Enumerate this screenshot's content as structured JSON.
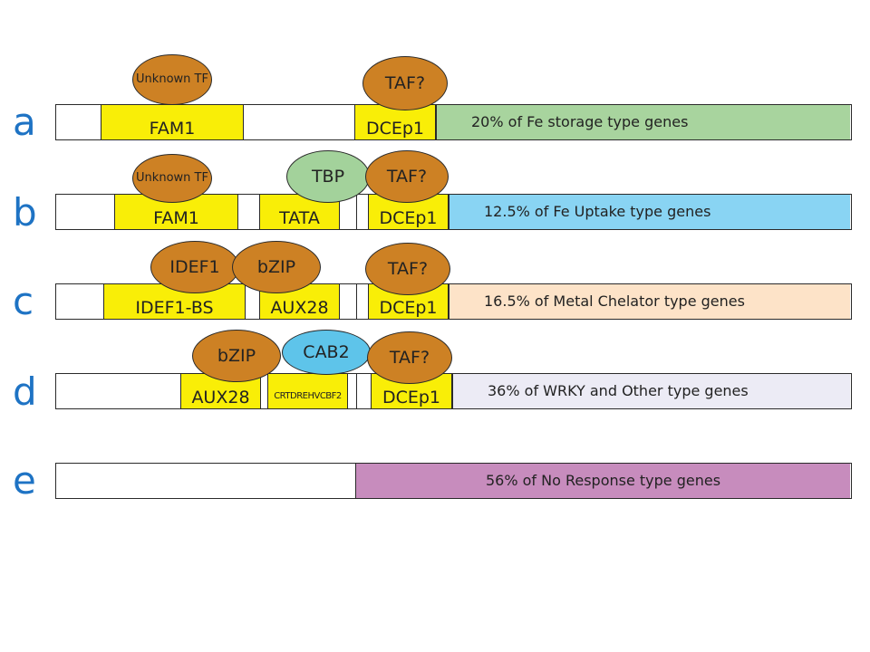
{
  "colors": {
    "letter": "#1e73c4",
    "element": "#f9ee07",
    "tf_brown": "#cd8124",
    "tbp_green": "#a3d29b",
    "cab2_blue": "#5ec4ea",
    "tail_a": "#a8d49e",
    "tail_b": "#89d4f3",
    "tail_c": "#fde3c8",
    "tail_d": "#ecebf5",
    "tail_e": "#c78cbd"
  },
  "rows": [
    {
      "letter": "a",
      "elements": [
        {
          "label": "FAM1"
        },
        {
          "label": "DCEp1"
        }
      ],
      "factors": [
        {
          "label": "Unknown TF"
        },
        {
          "label": "TAF?"
        }
      ],
      "tail": {
        "label": "20% of Fe storage type genes"
      }
    },
    {
      "letter": "b",
      "elements": [
        {
          "label": "FAM1"
        },
        {
          "label": "TATA"
        },
        {
          "label": "DCEp1"
        }
      ],
      "factors": [
        {
          "label": "Unknown TF"
        },
        {
          "label": "TBP"
        },
        {
          "label": "TAF?"
        }
      ],
      "tail": {
        "label": "12.5% of Fe Uptake type genes"
      }
    },
    {
      "letter": "c",
      "elements": [
        {
          "label": "IDEF1-BS"
        },
        {
          "label": "AUX28"
        },
        {
          "label": "DCEp1"
        }
      ],
      "factors": [
        {
          "label": "IDEF1"
        },
        {
          "label": "bZIP"
        },
        {
          "label": "TAF?"
        }
      ],
      "tail": {
        "label": "16.5% of Metal Chelator type genes"
      }
    },
    {
      "letter": "d",
      "elements": [
        {
          "label": "AUX28"
        },
        {
          "label": "CRTDREHVCBF2"
        },
        {
          "label": "DCEp1"
        }
      ],
      "factors": [
        {
          "label": "bZIP"
        },
        {
          "label": "CAB2"
        },
        {
          "label": "TAF?"
        }
      ],
      "tail": {
        "label": "36% of WRKY and Other type genes"
      }
    },
    {
      "letter": "e",
      "elements": [],
      "factors": [],
      "tail": {
        "label": "56% of No Response type genes"
      }
    }
  ]
}
